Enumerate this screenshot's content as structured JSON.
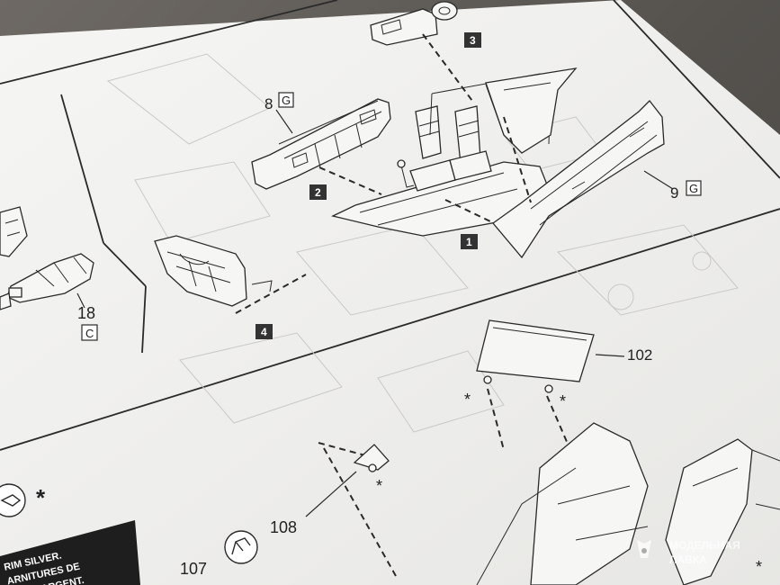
{
  "steps": [
    {
      "number": "1"
    },
    {
      "number": "2"
    },
    {
      "number": "3"
    },
    {
      "number": "4"
    }
  ],
  "parts": {
    "part_8": {
      "number": "8",
      "sprue": "G"
    },
    "part_9": {
      "number": "9",
      "sprue": "G"
    },
    "part_18": {
      "number": "18",
      "sprue": "C"
    },
    "part_102": {
      "number": "102"
    },
    "part_107": {
      "number": "107"
    },
    "part_108": {
      "number": "108"
    }
  },
  "symbols": {
    "asterisk": "*"
  },
  "notice": {
    "line1": "RIM SILVER.",
    "line2": "ARNITURES DE",
    "line3": "ILEUR ARGENT."
  },
  "watermark": {
    "line1": "МОДЕЛЬНАЯ",
    "line2": "ЛАВКА"
  },
  "colors": {
    "paper": "#f3f3f1",
    "ink": "#2a2a2a",
    "badge": "#333333",
    "background": "#5b5752"
  },
  "icons": [
    "glue-icon",
    "cement-icon",
    "watermark-logo-icon"
  ]
}
